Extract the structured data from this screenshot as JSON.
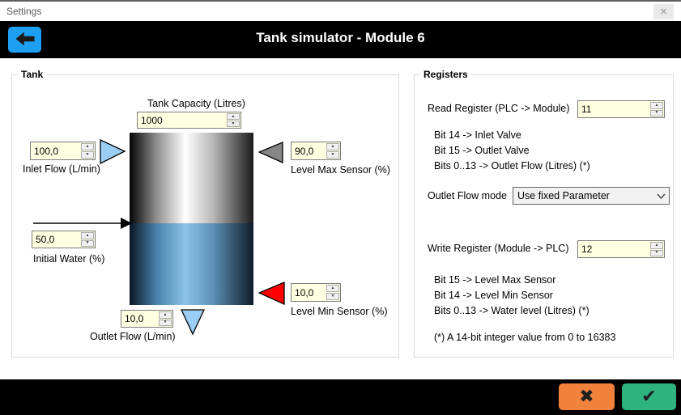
{
  "window": {
    "title": "Settings",
    "close_glyph": "✕"
  },
  "header": {
    "title": "Tank simulator - Module 6"
  },
  "tank": {
    "group_label": "Tank",
    "capacity": {
      "label": "Tank Capacity (Litres)",
      "value": "1000"
    },
    "inlet": {
      "label": "Inlet Flow (L/min)",
      "value": "100,0"
    },
    "level_max": {
      "label": "Level Max Sensor (%)",
      "value": "90,0"
    },
    "initial": {
      "label": "Initial Water (%)",
      "value": "50,0"
    },
    "level_min": {
      "label": "Level Min Sensor (%)",
      "value": "10,0"
    },
    "outlet": {
      "label": "Outlet Flow (L/min)",
      "value": "10,0"
    }
  },
  "registers": {
    "group_label": "Registers",
    "read": {
      "label": "Read Register (PLC -> Module)",
      "value": "11",
      "bits": [
        "Bit 14 -> Inlet Valve",
        "Bit 15 -> Outlet Valve",
        "Bits 0..13 -> Outlet Flow (Litres) (*)"
      ]
    },
    "outlet_flow_mode": {
      "label": "Outlet Flow mode",
      "value": "Use fixed Parameter"
    },
    "write": {
      "label": "Write Register (Module -> PLC)",
      "value": "12",
      "bits": [
        "Bit 15 -> Level Max Sensor",
        "Bit 14 -> Level Min Sensor",
        "Bits 0..13 -> Water level (Litres) (*)"
      ]
    },
    "footnote": "(*) A 14-bit integer value from 0 to 16383"
  },
  "footer": {
    "cancel_glyph": "✖",
    "ok_glyph": "✔"
  },
  "spin": {
    "up_glyph": "▲",
    "down_glyph": "▼"
  },
  "colors": {
    "accent_blue": "#1ea0f2",
    "btn_orange": "#f0823c",
    "btn_green": "#2eb37e",
    "spin_yellow": "#ffffe1",
    "water_mid": "#8dc3e8",
    "tri_blue": "#9bcef4",
    "tri_gray": "#868686",
    "tri_red": "#fe0000"
  }
}
